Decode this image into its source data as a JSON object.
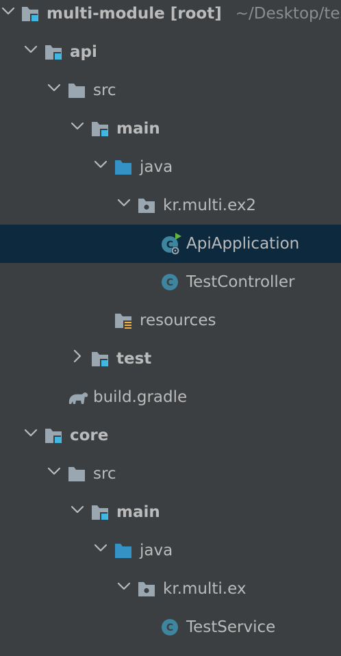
{
  "colors": {
    "background": "#3c3f41",
    "selected_row": "#0d293e",
    "text": "#bbbbbb",
    "muted_text": "#8b8e90",
    "folder_gray": "#9aa7b0",
    "source_folder_blue": "#3592c4",
    "module_marker_blue": "#40b6e0",
    "resources_marker_yellow": "#f4af3d"
  },
  "tree": {
    "root": {
      "name": "multi-module",
      "tag": "[root]",
      "path": "~/Desktop/tes"
    },
    "api": {
      "name": "api"
    },
    "api_src": {
      "name": "src"
    },
    "api_main": {
      "name": "main"
    },
    "api_java": {
      "name": "java"
    },
    "api_package": {
      "name": "kr.multi.ex2"
    },
    "api_application": {
      "name": "ApiApplication"
    },
    "api_test_controller": {
      "name": "TestController"
    },
    "api_resources": {
      "name": "resources"
    },
    "api_test": {
      "name": "test"
    },
    "api_build_gradle": {
      "name": "build.gradle"
    },
    "core": {
      "name": "core"
    },
    "core_src": {
      "name": "src"
    },
    "core_main": {
      "name": "main"
    },
    "core_java": {
      "name": "java"
    },
    "core_package": {
      "name": "kr.multi.ex"
    },
    "core_test_service": {
      "name": "TestService"
    }
  },
  "icons": {
    "expanded": "chevron-down-icon",
    "collapsed": "chevron-right-icon",
    "module": "module-folder-icon",
    "folder": "folder-icon",
    "source_folder": "source-folder-icon",
    "package": "package-icon",
    "spring_boot_class": "spring-boot-class-icon",
    "class": "class-icon",
    "resources": "resources-folder-icon",
    "gradle": "gradle-elephant-icon"
  }
}
